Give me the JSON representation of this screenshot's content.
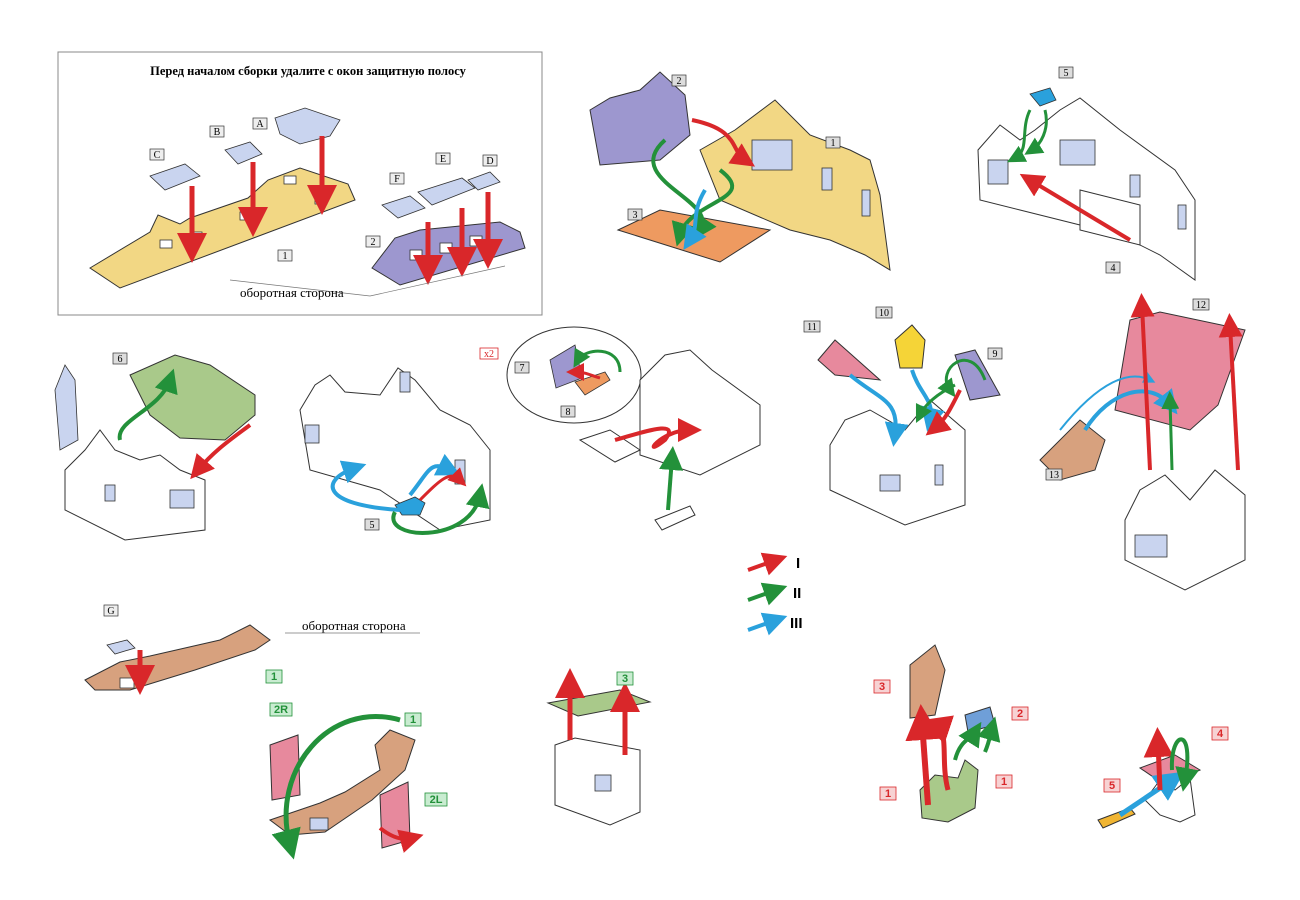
{
  "instruction_box": {
    "title": "Перед началом сборки удалите с окон защитную полосу",
    "reverse_side_note": "оборотная сторона",
    "letters": [
      "A",
      "B",
      "C",
      "D",
      "E",
      "F"
    ],
    "numbers": [
      "1",
      "2"
    ]
  },
  "steps": {
    "s2": {
      "labels": [
        "1",
        "2",
        "3"
      ]
    },
    "s3": {
      "labels": [
        "4",
        "5"
      ]
    },
    "s4": {
      "labels": [
        "6"
      ]
    },
    "s5": {
      "labels": [
        "5"
      ]
    },
    "s6": {
      "labels": [
        "7",
        "8"
      ],
      "multiplier": "x2"
    },
    "s7": {
      "labels": [
        "9",
        "10",
        "11"
      ]
    },
    "s8": {
      "labels": [
        "12",
        "13"
      ]
    }
  },
  "legend": {
    "items": [
      {
        "label": "I",
        "color": "#d9272a"
      },
      {
        "label": "II",
        "color": "#23913a"
      },
      {
        "label": "III",
        "color": "#2aa1dc"
      }
    ]
  },
  "bottom": {
    "reverse_side_note": "оборотная сторона",
    "g_label": "G",
    "base_label": "1",
    "base_label_b": "1",
    "r_label": "2R",
    "l_label": "2L",
    "box_label": "3",
    "chimney": {
      "l3": "3",
      "l2": "2",
      "l1a": "1",
      "l1b": "1"
    },
    "stand": {
      "l4": "4",
      "l5": "5"
    }
  },
  "colors": {
    "yellow": "#f2d784",
    "purple": "#9d97cf",
    "orange": "#ee9a60",
    "green": "#a9c98a",
    "pink": "#e7899d",
    "brown": "#d7a17e",
    "window": "#c9d4ef",
    "red": "#d9272a",
    "greenArrow": "#23913a",
    "blue": "#2aa1dc"
  }
}
